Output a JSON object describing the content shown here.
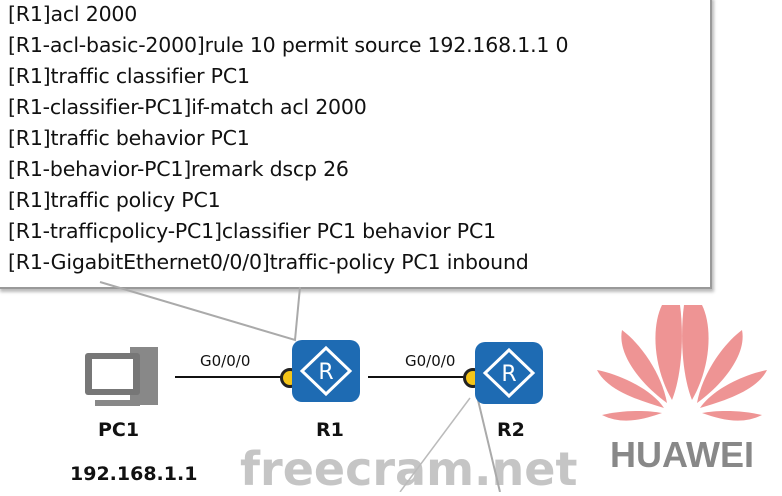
{
  "config_lines": [
    "[R1]acl 2000",
    "[R1-acl-basic-2000]rule 10 permit source 192.168.1.1  0",
    "[R1]traffic classifier PC1",
    "[R1-classifier-PC1]if-match acl 2000",
    "[R1]traffic behavior PC1",
    "[R1-behavior-PC1]remark dscp 26",
    "[R1]traffic policy PC1",
    "[R1-trafficpolicy-PC1]classifier PC1 behavior PC1",
    "[R1-GigabitEthernet0/0/0]traffic-policy PC1 inbound"
  ],
  "logo": "HUAWEI",
  "watermark": "freecram.net",
  "topology": {
    "pc1": {
      "name": "PC1",
      "ip": "192.168.1.1"
    },
    "r1": {
      "name": "R1",
      "port": "G0/0/0",
      "icon": "R"
    },
    "r2": {
      "name": "R2",
      "port": "G0/0/0",
      "icon": "R"
    }
  },
  "colors": {
    "router": "#1e6bb3",
    "port_dot": "#f5c518",
    "logo_red": "#e03c3c"
  }
}
